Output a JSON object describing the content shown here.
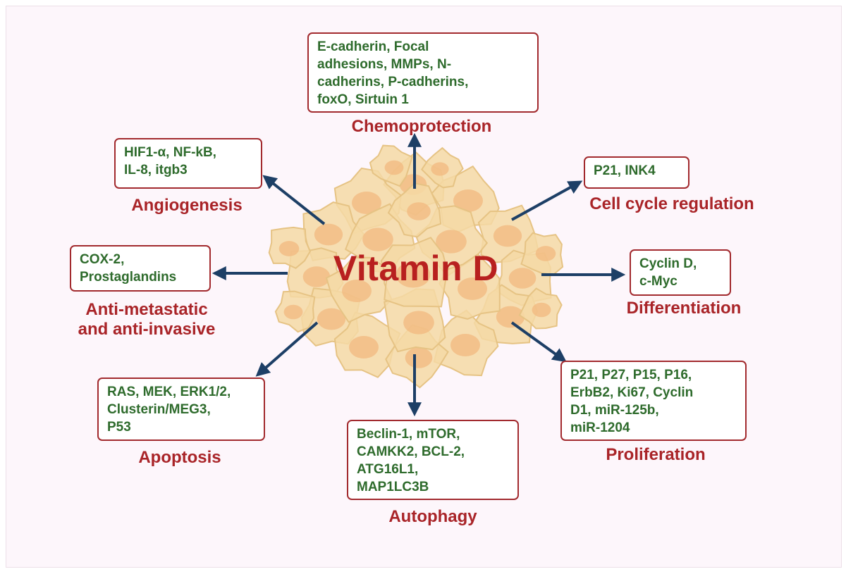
{
  "center": {
    "title": "Vitamin D"
  },
  "colors": {
    "box_border": "#a22a2e",
    "box_text": "#2e6b2c",
    "label_text": "#a92428",
    "arrow": "#1d3f66",
    "center_title": "#b8201f",
    "cell_fill": "#f4d9a4",
    "cell_nucleus": "#f2b87f"
  },
  "nodes": {
    "chemoprotection": {
      "label": "Chemoprotection",
      "items": "E-cadherin, Focal\nadhesions, MMPs, N-\ncadherins, P-cadherins,\nfoxO, Sirtuin 1"
    },
    "angiogenesis": {
      "label": "Angiogenesis",
      "items": "HIF1-α, NF-kB,\nIL-8, itgb3"
    },
    "cell_cycle": {
      "label": "Cell cycle regulation",
      "items": "P21, INK4"
    },
    "anti_metastatic": {
      "label": "Anti-metastatic\nand anti-invasive",
      "items": "COX-2,\nProstaglandins"
    },
    "differentiation": {
      "label": "Differentiation",
      "items": "Cyclin D,\nc-Myc"
    },
    "apoptosis": {
      "label": "Apoptosis",
      "items": "RAS, MEK, ERK1/2,\nClusterin/MEG3,\nP53"
    },
    "autophagy": {
      "label": "Autophagy",
      "items": "Beclin-1, mTOR,\nCAMKK2, BCL-2,\nATG16L1,\nMAP1LC3B"
    },
    "proliferation": {
      "label": "Proliferation",
      "items": "P21, P27, P15, P16,\nErbB2, Ki67, Cyclin\nD1, miR-125b,\nmiR-1204"
    }
  }
}
